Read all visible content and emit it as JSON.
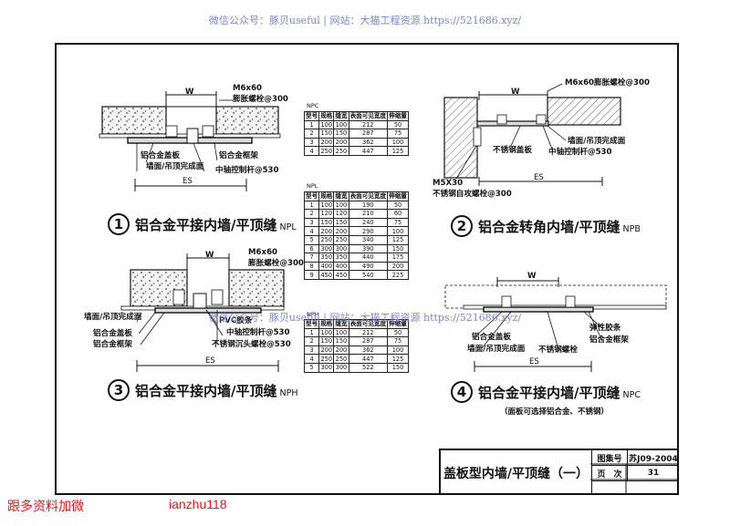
{
  "watermark": "微信公众号：豚贝useful  |  网站：大猫工程资源 https://521686.xyz/",
  "footer_left": "跟多资料加微",
  "footer_right": "ianzhu118",
  "title_block": {
    "title": "盖板型内墙/平顶缝（一）",
    "atlas_label": "图集号",
    "atlas_value": "苏J09-2004",
    "page_label": "页　次",
    "page_value": "31"
  },
  "tables": [
    {
      "name": "NPC",
      "headers": [
        "型号",
        "规格",
        "缝宽",
        "表面可见宽度",
        "伸缩量"
      ],
      "rows": [
        [
          "1",
          "100",
          "100",
          "212",
          "50"
        ],
        [
          "2",
          "150",
          "150",
          "287",
          "75"
        ],
        [
          "3",
          "200",
          "200",
          "362",
          "100"
        ],
        [
          "4",
          "250",
          "250",
          "447",
          "125"
        ]
      ]
    },
    {
      "name": "NPL",
      "headers": [
        "型号",
        "规格",
        "缝宽",
        "表面可见宽度",
        "伸缩量"
      ],
      "rows": [
        [
          "1",
          "100",
          "100",
          "190",
          "50"
        ],
        [
          "2",
          "120",
          "120",
          "210",
          "60"
        ],
        [
          "3",
          "150",
          "150",
          "240",
          "75"
        ],
        [
          "4",
          "200",
          "200",
          "290",
          "100"
        ],
        [
          "5",
          "250",
          "250",
          "340",
          "125"
        ],
        [
          "6",
          "300",
          "300",
          "390",
          "150"
        ],
        [
          "7",
          "350",
          "350",
          "440",
          "175"
        ],
        [
          "8",
          "400",
          "400",
          "490",
          "200"
        ],
        [
          "9",
          "450",
          "450",
          "540",
          "225"
        ]
      ]
    },
    {
      "name": "NPH",
      "headers": [
        "型号",
        "规格",
        "缝宽",
        "表面可见宽度",
        "伸缩量"
      ],
      "rows": [
        [
          "1",
          "100",
          "100",
          "212",
          "50"
        ],
        [
          "2",
          "150",
          "150",
          "287",
          "75"
        ],
        [
          "3",
          "200",
          "200",
          "362",
          "100"
        ],
        [
          "4",
          "250",
          "250",
          "447",
          "125"
        ],
        [
          "5",
          "300",
          "300",
          "522",
          "150"
        ]
      ]
    }
  ],
  "details": {
    "d1": {
      "num": "1",
      "title": "铝合金平接内墙/平顶缝",
      "code": "NPL",
      "labels": {
        "w": "W",
        "es": "ES",
        "bolt": "M6x60",
        "bolt2": "膨胀螺栓@300",
        "plate": "铝合金盖板",
        "finish": "墙面/吊顶完成面",
        "frame": "铝合金框架",
        "rod": "中轴控制杆@530"
      }
    },
    "d2": {
      "num": "2",
      "title": "铝合金转角内墙/平顶缝",
      "code": "NPB",
      "labels": {
        "w": "W",
        "es": "ES",
        "bolt": "M6x60膨胀螺栓@300",
        "plate": "不锈钢盖板",
        "finish": "墙面/吊顶完成面",
        "rod": "中轴控制杆@530",
        "m5": "M5X30",
        "screw": "不锈钢自攻螺栓@300"
      }
    },
    "d3": {
      "num": "3",
      "title": "铝合金平接内墙/平顶缝",
      "code": "NPH",
      "labels": {
        "w": "W",
        "es": "ES",
        "bolt": "M6x60",
        "bolt2": "膨胀螺栓@300",
        "finish": "墙面/吊顶完成面",
        "plate": "铝合金盖板",
        "frame": "铝合金框架",
        "pvc": "PVC胶条",
        "rod": "中轴控制杆@530",
        "screw": "不锈钢沉头螺栓@530"
      }
    },
    "d4": {
      "num": "4",
      "title": "铝合金平接内墙/平顶缝",
      "code": "NPC",
      "note": "（面板可选择铝合金、不锈钢）",
      "labels": {
        "w": "W",
        "es": "ES",
        "plate": "铝合金盖板",
        "finish": "墙面/吊顶完成面",
        "strip": "弹性胶条",
        "frame": "铝合金框架",
        "screw": "不锈钢螺栓"
      }
    }
  },
  "colors": {
    "watermark": "#7a86c8",
    "footer": "#e0141e"
  }
}
